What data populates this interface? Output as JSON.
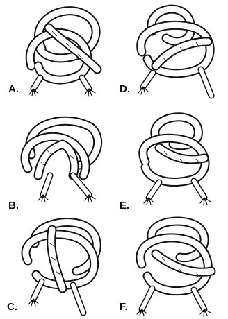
{
  "figure": {
    "panels": [
      {
        "id": "A",
        "label": "A."
      },
      {
        "id": "D",
        "label": "D."
      },
      {
        "id": "B",
        "label": "B."
      },
      {
        "id": "E",
        "label": "E."
      },
      {
        "id": "C",
        "label": "C."
      },
      {
        "id": "F",
        "label": "F."
      }
    ]
  }
}
